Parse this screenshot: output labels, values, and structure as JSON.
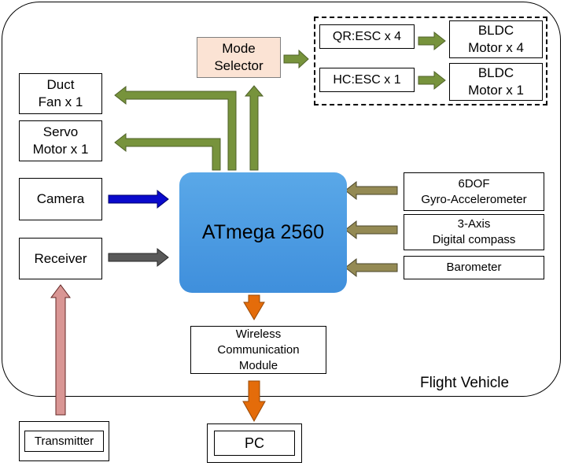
{
  "diagram": {
    "container_label": "Flight Vehicle",
    "mcu": "ATmega 2560",
    "mode_selector": "Mode\nSelector",
    "outputs_left": [
      {
        "id": "duct-fan",
        "label": "Duct\nFan x 1"
      },
      {
        "id": "servo-motor",
        "label": "Servo\nMotor x 1"
      }
    ],
    "inputs_left": [
      {
        "id": "camera",
        "label": "Camera",
        "arrow_color": "#0a0acc"
      },
      {
        "id": "receiver",
        "label": "Receiver",
        "arrow_color": "#595959"
      }
    ],
    "sensors_right": [
      {
        "id": "gyro",
        "label": "6DOF\nGyro-Accelerometer"
      },
      {
        "id": "compass",
        "label": "3-Axis\nDigital compass"
      },
      {
        "id": "barometer",
        "label": "Barometer"
      }
    ],
    "esc_group": [
      {
        "esc": "QR:ESC x 4",
        "motor": "BLDC\nMotor x 4"
      },
      {
        "esc": "HC:ESC x 1",
        "motor": "BLDC\nMotor x 1"
      }
    ],
    "wireless": "Wireless\nCommunication\nModule",
    "transmitter": "Transmitter",
    "pc": "PC",
    "colors": {
      "green_arrow": "#77933c",
      "olive_arrow": "#948a54",
      "orange_arrow": "#e46c0a",
      "pink_arrow": "#d99694",
      "mcu_blue": "#4a9be2",
      "mode_fill": "#fbe3d4"
    }
  }
}
